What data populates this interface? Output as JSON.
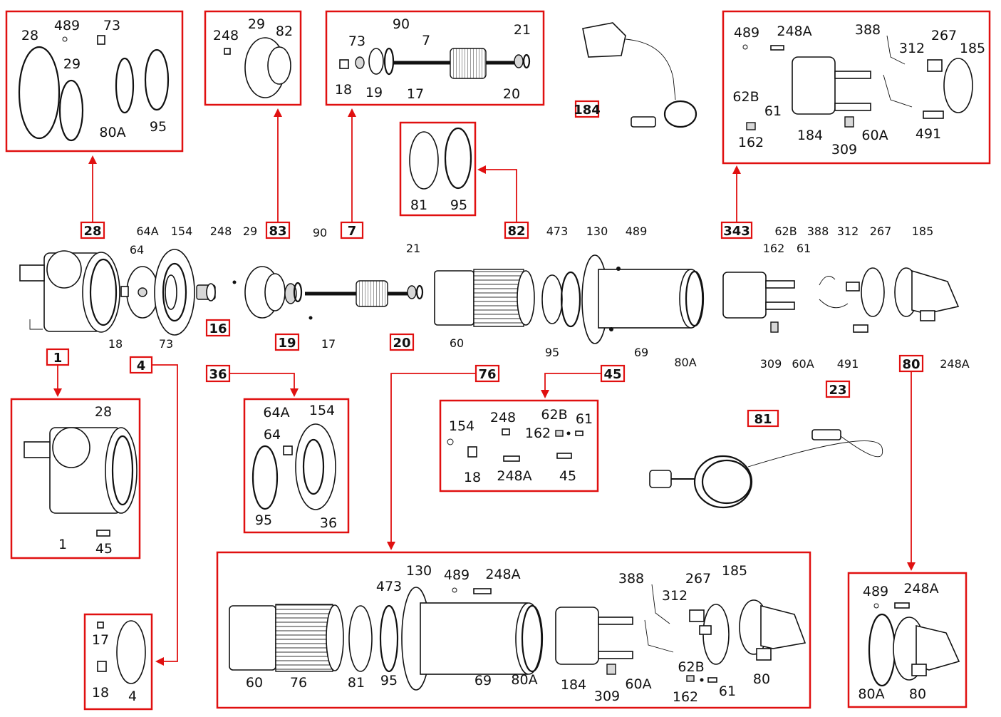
{
  "colors": {
    "accent": "#e01010",
    "ink": "#111111",
    "background": "#ffffff"
  },
  "callouts": [
    {
      "id": "c1",
      "text": "1"
    },
    {
      "id": "c4",
      "text": "4"
    },
    {
      "id": "c7",
      "text": "7"
    },
    {
      "id": "c16",
      "text": "16"
    },
    {
      "id": "c19",
      "text": "19"
    },
    {
      "id": "c20",
      "text": "20"
    },
    {
      "id": "c23",
      "text": "23"
    },
    {
      "id": "c28",
      "text": "28"
    },
    {
      "id": "c36",
      "text": "36"
    },
    {
      "id": "c45",
      "text": "45"
    },
    {
      "id": "c76",
      "text": "76"
    },
    {
      "id": "c80",
      "text": "80"
    },
    {
      "id": "c81",
      "text": "81"
    },
    {
      "id": "c82",
      "text": "82"
    },
    {
      "id": "c83",
      "text": "83"
    },
    {
      "id": "c184",
      "text": "184"
    },
    {
      "id": "c343",
      "text": "343"
    }
  ],
  "main_labels": [
    "18",
    "64A",
    "154",
    "64",
    "73",
    "248",
    "29",
    "90",
    "17",
    "21",
    "60",
    "473",
    "130",
    "489",
    "95",
    "69",
    "80A",
    "62B",
    "388",
    "312",
    "267",
    "185",
    "162",
    "61",
    "309",
    "60A",
    "491",
    "248A"
  ],
  "panels": {
    "p28": {
      "labels": [
        "28",
        "489",
        "73",
        "29",
        "80A",
        "95"
      ]
    },
    "p82": {
      "labels": [
        "248",
        "29",
        "82"
      ]
    },
    "p7": {
      "labels": [
        "90",
        "7",
        "21",
        "73",
        "18",
        "19",
        "17",
        "20"
      ]
    },
    "p81": {
      "labels": [
        "81",
        "95"
      ]
    },
    "p184": {
      "labels": [
        "489",
        "248A",
        "388",
        "312",
        "267",
        "185",
        "62B",
        "61",
        "162",
        "184",
        "309",
        "60A",
        "491"
      ]
    },
    "p1": {
      "labels": [
        "28",
        "1",
        "45"
      ]
    },
    "p36": {
      "labels": [
        "64A",
        "154",
        "64",
        "95",
        "36"
      ]
    },
    "p45": {
      "labels": [
        "154",
        "248",
        "62B",
        "61",
        "162",
        "18",
        "248A",
        "45"
      ]
    },
    "p4": {
      "labels": [
        "17",
        "18",
        "4"
      ]
    },
    "p76": {
      "labels": [
        "130",
        "489",
        "248A",
        "473",
        "388",
        "312",
        "267",
        "185",
        "60",
        "76",
        "81",
        "95",
        "69",
        "80A",
        "184",
        "309",
        "60A",
        "62B",
        "162",
        "61",
        "80"
      ]
    },
    "p80": {
      "labels": [
        "489",
        "248A",
        "80A",
        "80"
      ]
    }
  }
}
